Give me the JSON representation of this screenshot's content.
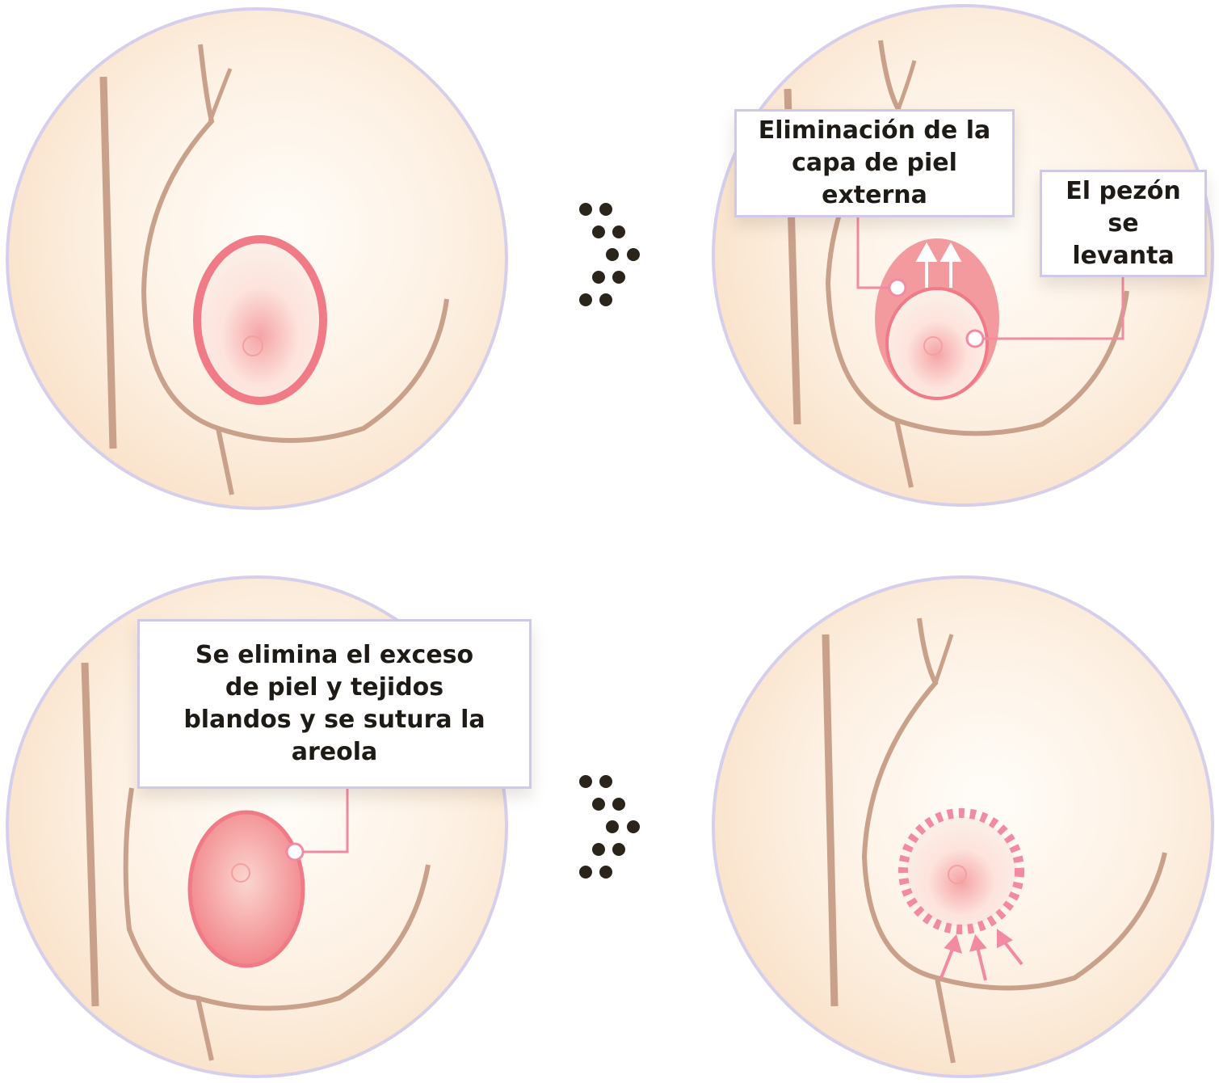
{
  "labels": {
    "outer_skin": "Eliminación de la capa de piel externa",
    "nipple_lift": "El pezón se levanta",
    "excess_removed": "Se elimina el exceso de piel y tejidos blandos y se sutura la areola"
  },
  "colors": {
    "circle_border": "#d6cfec",
    "skin": "#fbe6d2",
    "outline": "#c9a08a",
    "areola": "#f07a86",
    "callout": "#f28aa2",
    "dots": "#2b241a"
  }
}
